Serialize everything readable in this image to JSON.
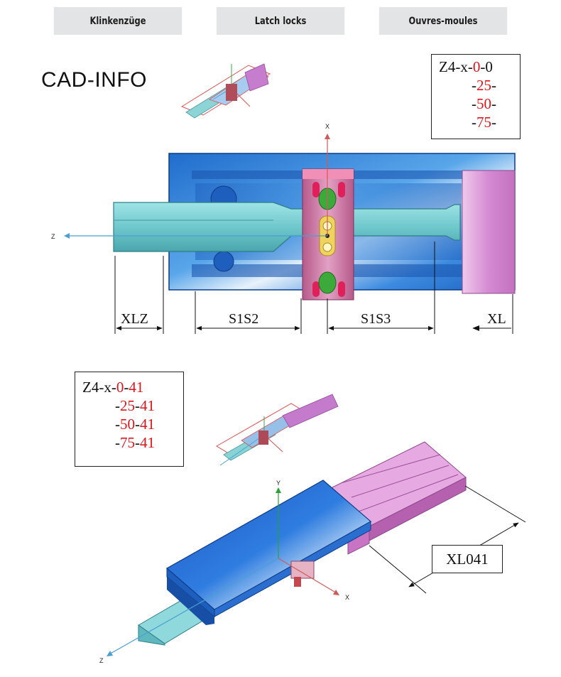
{
  "tabs": [
    {
      "label": "Klinkenzüge"
    },
    {
      "label": "Latch locks"
    },
    {
      "label": "Ouvres-moules"
    }
  ],
  "cad_title": "CAD-INFO",
  "box1": {
    "line1": {
      "prefix": "Z4-x-",
      "red": "0",
      "suffix": "-0"
    },
    "line2": {
      "prefix": "-",
      "red": "25",
      "suffix": "-"
    },
    "line3": {
      "prefix": "-",
      "red": "50",
      "suffix": "-"
    },
    "line4": {
      "prefix": "-",
      "red": "75",
      "suffix": "-"
    }
  },
  "box2": {
    "line1": {
      "prefix": "Z4-x-",
      "red": "0",
      "mid": "-",
      "red2": "41"
    },
    "line2": {
      "prefix": "-",
      "red": "25",
      "mid": "-",
      "red2": "41"
    },
    "line3": {
      "prefix": "-",
      "red": "50",
      "mid": "-",
      "red2": "41"
    },
    "line4": {
      "prefix": "-",
      "red": "75",
      "mid": "-",
      "red2": "41"
    }
  },
  "dimensions": {
    "xlz": "XLZ",
    "s1s2": "S1S2",
    "s1s3": "S1S3",
    "xl": "XL",
    "xl041": "XL041"
  },
  "axes": {
    "top_x": "X",
    "top_z": "Z",
    "bottom_y": "Y",
    "bottom_x": "X",
    "bottom_z": "Z"
  },
  "colors": {
    "red_text": "#e0141b",
    "blue_body": "#2a7fd0",
    "cyan_bar": "#7fd3d6",
    "pink_part": "#d98bd6",
    "tab_bg": "#e3e4e6"
  }
}
